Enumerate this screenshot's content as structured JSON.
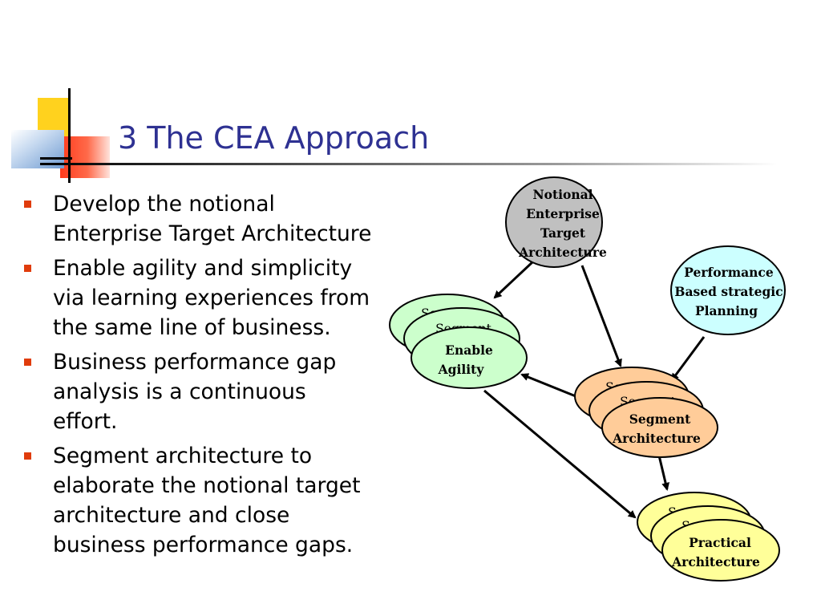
{
  "slide": {
    "title": "3 The CEA  Approach",
    "bullets": [
      {
        "lines": [
          "Develop the notional",
          "Enterprise Target Architecture"
        ]
      },
      {
        "lines": [
          "Enable agility and simplicity",
          "via learning experiences from",
          "the same line of business."
        ]
      },
      {
        "lines": [
          "Business performance gap",
          "analysis is a continuous",
          "effort."
        ]
      },
      {
        "lines": [
          "Segment architecture to",
          "elaborate the notional target",
          "architecture and close",
          "business performance gaps."
        ]
      }
    ],
    "colors": {
      "title": "#2e3192",
      "bullet": "#e03c0c",
      "deco_yellow": "#ffd21e",
      "deco_red": "#ff3b1c",
      "deco_blue": "#6f9bd1"
    }
  },
  "diagram": {
    "nodes": {
      "notional": {
        "lines": [
          "Notional",
          "Enterprise",
          "Target",
          "Architecture"
        ],
        "fill": "#c0c0c0"
      },
      "performance": {
        "lines": [
          "Performance",
          "Based strategic",
          "Planning"
        ],
        "fill": "#ccffff"
      },
      "enable": {
        "lines": [
          "Enable",
          "Agility"
        ],
        "ghost": "Segment",
        "fill": "#ccffcc"
      },
      "segment": {
        "lines": [
          "Segment",
          "Architecture"
        ],
        "ghost": "Segment",
        "fill": "#ffcc99"
      },
      "practical": {
        "lines": [
          "Practical",
          "Architecture"
        ],
        "ghost": "Segment",
        "fill": "#ffff99"
      }
    }
  }
}
